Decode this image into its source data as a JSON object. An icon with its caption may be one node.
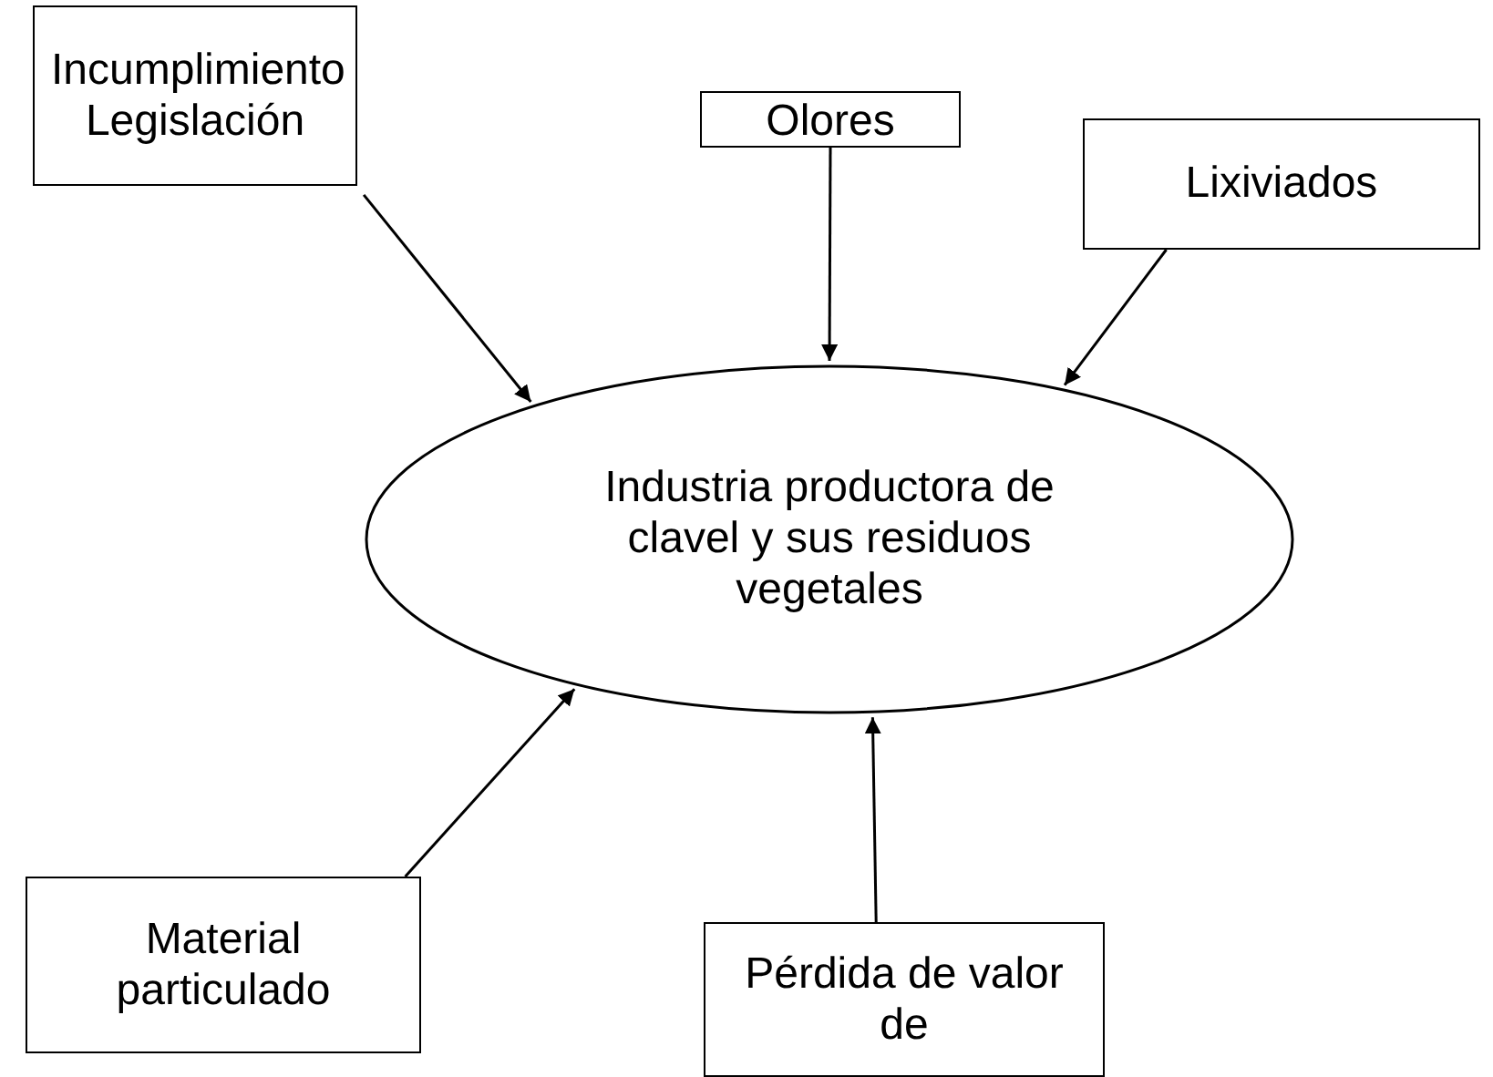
{
  "diagram": {
    "nodes": [
      {
        "text": [
          "Incumplimiento Legislación"
        ]
      },
      {
        "text": [
          "Olores"
        ]
      },
      {
        "text": [
          "Lixiviados"
        ]
      },
      {
        "text": [
          "Industria productora de clavel y sus residuos vegetales"
        ]
      },
      {
        "text": [
          "Material particulado"
        ]
      },
      {
        "text": [
          "Pérdida de valor de"
        ]
      }
    ],
    "edges": [
      {
        "from": 0,
        "to": 3,
        "arrow": "to"
      },
      {
        "from": 1,
        "to": 3,
        "arrow": "to"
      },
      {
        "from": 2,
        "to": 3,
        "arrow": "to"
      },
      {
        "from": 4,
        "to": 3,
        "arrow": "to"
      },
      {
        "from": 5,
        "to": 3,
        "arrow": "to"
      }
    ]
  }
}
